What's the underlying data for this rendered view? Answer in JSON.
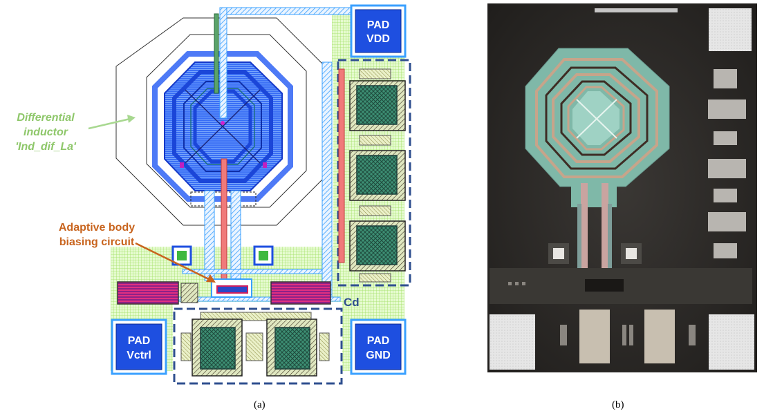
{
  "layout_panel": {
    "pads": {
      "vdd": [
        "PAD",
        "VDD"
      ],
      "vctrl": [
        "PAD",
        "Vctrl"
      ],
      "gnd": [
        "PAD",
        "GND"
      ]
    },
    "inductor_label": [
      "Differential",
      "inductor",
      "'Ind_dif_La'"
    ],
    "body_bias_label": [
      "Adaptive body",
      "biasing circuit"
    ],
    "cd_label": "Cd"
  },
  "captions": {
    "a": "(a)",
    "b": "(b)"
  },
  "colors": {
    "pad_fill": "#1e4fe0",
    "pad_border": "#3aa0ff",
    "inductor_blue": "#2a5cf0",
    "green_grid": "#b6f27a",
    "dashed_box": "#2f4f8f",
    "inductor_label_color": "#8ec76a",
    "bias_label_color": "#c8641e",
    "die_background": "#2a2826"
  }
}
